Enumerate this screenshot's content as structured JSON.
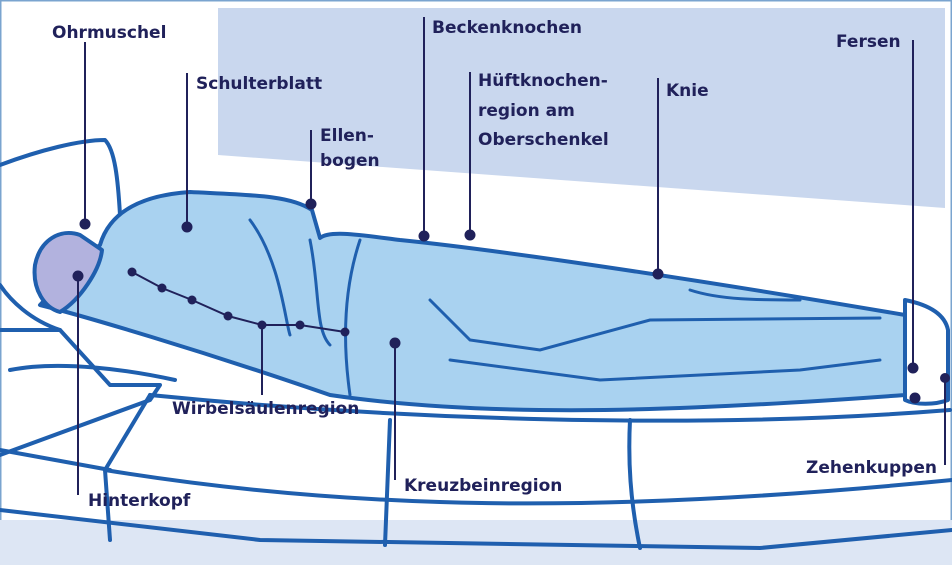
{
  "labels": {
    "ohrmuschel": "Ohrmuschel",
    "schulterblatt": "Schulterblatt",
    "ellenbogen_1": "Ellen-",
    "ellenbogen_2": "bogen",
    "beckenknochen": "Beckenknochen",
    "hueft_1": "Hüftknochen-",
    "hueft_2": "region am",
    "hueft_3": "Oberschenkel",
    "knie": "Knie",
    "fersen": "Fersen",
    "hinterkopf": "Hinterkopf",
    "wirbelsaeule": "Wirbelsäulenregion",
    "kreuzbein": "Kreuzbeinregion",
    "zehenkuppen": "Zehenkuppen"
  },
  "colors": {
    "outline": "#1f5fae",
    "body_fill": "#a9d2f0",
    "hair_fill": "#b2b2de",
    "background_panel": "#c9d7ee",
    "label_text": "#20215a",
    "leader_line": "#20215a"
  }
}
